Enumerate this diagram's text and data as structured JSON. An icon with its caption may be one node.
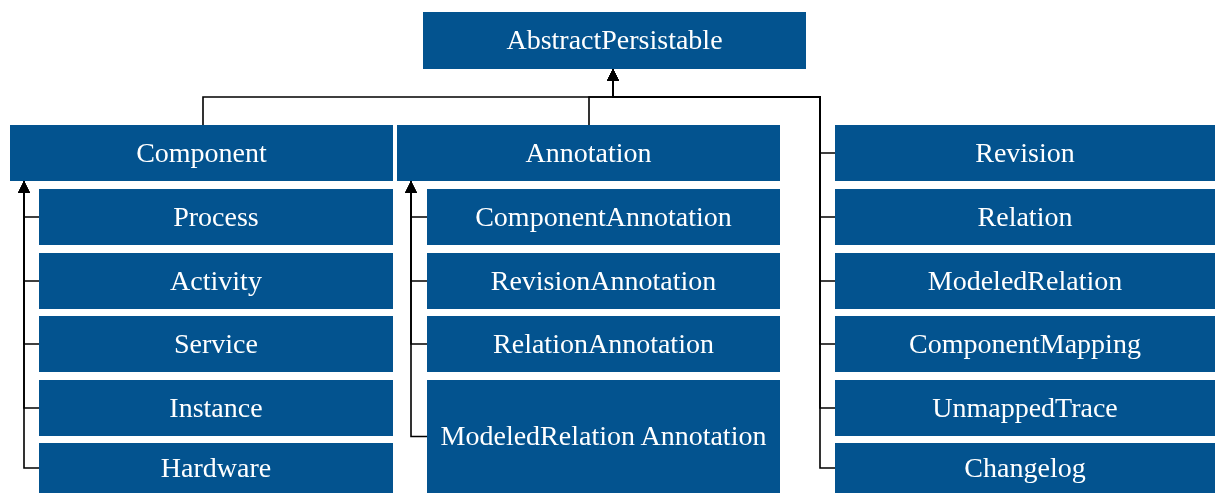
{
  "diagram": {
    "nodes": [
      {
        "text": [
          "AbstractPersistable"
        ]
      },
      {
        "text": [
          "Component"
        ]
      },
      {
        "text": [
          "Process"
        ]
      },
      {
        "text": [
          "Activity"
        ]
      },
      {
        "text": [
          "Service"
        ]
      },
      {
        "text": [
          "Instance"
        ]
      },
      {
        "text": [
          "Hardware"
        ]
      },
      {
        "text": [
          "Annotation"
        ]
      },
      {
        "text": [
          "ComponentAnnotation"
        ]
      },
      {
        "text": [
          "RevisionAnnotation"
        ]
      },
      {
        "text": [
          "RelationAnnotation"
        ]
      },
      {
        "text": [
          "ModeledRelation Annotation"
        ]
      },
      {
        "text": [
          "Revision"
        ]
      },
      {
        "text": [
          "Relation"
        ]
      },
      {
        "text": [
          "ModeledRelation"
        ]
      },
      {
        "text": [
          "ComponentMapping"
        ]
      },
      {
        "text": [
          "UnmappedTrace"
        ]
      },
      {
        "text": [
          "Changelog"
        ]
      }
    ],
    "edges": [
      {
        "from": 1,
        "to": 0,
        "arrow": "to"
      },
      {
        "from": 7,
        "to": 0,
        "arrow": "to"
      },
      {
        "from": 12,
        "to": 0,
        "arrow": "to"
      },
      {
        "from": 13,
        "to": 0,
        "arrow": "to"
      },
      {
        "from": 14,
        "to": 0,
        "arrow": "to"
      },
      {
        "from": 15,
        "to": 0,
        "arrow": "to"
      },
      {
        "from": 16,
        "to": 0,
        "arrow": "to"
      },
      {
        "from": 17,
        "to": 0,
        "arrow": "to"
      },
      {
        "from": 2,
        "to": 1,
        "arrow": "to"
      },
      {
        "from": 3,
        "to": 1,
        "arrow": "to"
      },
      {
        "from": 4,
        "to": 1,
        "arrow": "to"
      },
      {
        "from": 5,
        "to": 1,
        "arrow": "to"
      },
      {
        "from": 6,
        "to": 1,
        "arrow": "to"
      },
      {
        "from": 8,
        "to": 7,
        "arrow": "to"
      },
      {
        "from": 9,
        "to": 7,
        "arrow": "to"
      },
      {
        "from": 10,
        "to": 7,
        "arrow": "to"
      },
      {
        "from": 11,
        "to": 7,
        "arrow": "to"
      }
    ]
  }
}
